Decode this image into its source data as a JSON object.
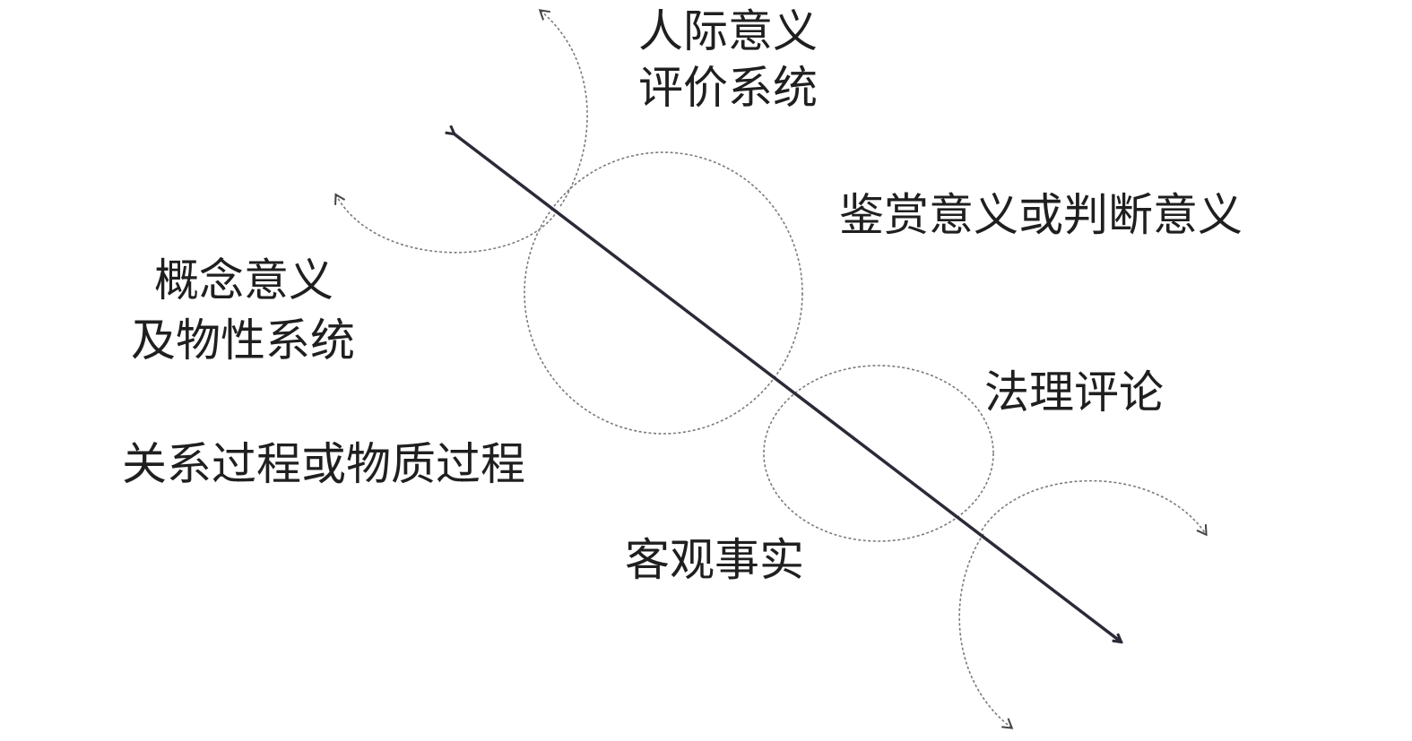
{
  "labels": {
    "interpersonal_line1": "人际意义",
    "interpersonal_line2": "评价系统",
    "appreciation": "鉴赏意义或判断意义",
    "ideational_line1": "概念意义",
    "ideational_line2": "及物性系统",
    "legal_commentary": "法理评论",
    "processes": "关系过程或物质过程",
    "objective_facts": "客观事实"
  },
  "colors": {
    "main_axis": "#2a2a38",
    "dashed": "#7a7a7a",
    "text": "#1f1f1f"
  }
}
